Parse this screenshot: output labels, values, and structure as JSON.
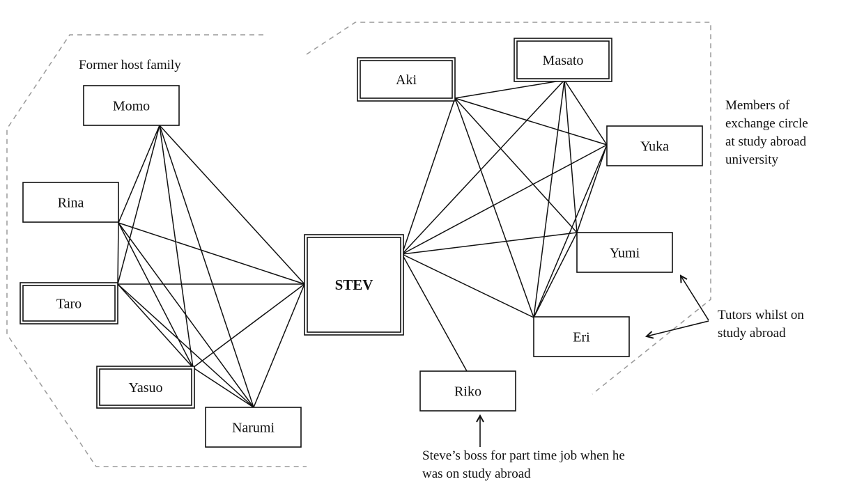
{
  "center": {
    "id": "steve",
    "label": "STEV",
    "double": true,
    "bold": true
  },
  "nodes": [
    {
      "id": "momo",
      "label": "Momo",
      "double": false
    },
    {
      "id": "rina",
      "label": "Rina",
      "double": false
    },
    {
      "id": "taro",
      "label": "Taro",
      "double": true
    },
    {
      "id": "yasuo",
      "label": "Yasuo",
      "double": true
    },
    {
      "id": "narumi",
      "label": "Narumi",
      "double": false
    },
    {
      "id": "aki",
      "label": "Aki",
      "double": true
    },
    {
      "id": "masato",
      "label": "Masato",
      "double": true
    },
    {
      "id": "yuka",
      "label": "Yuka",
      "double": false
    },
    {
      "id": "yumi",
      "label": "Yumi",
      "double": false
    },
    {
      "id": "eri",
      "label": "Eri",
      "double": false
    },
    {
      "id": "riko",
      "label": "Riko",
      "double": false
    }
  ],
  "edges": [
    [
      "momo",
      "rina"
    ],
    [
      "momo",
      "taro"
    ],
    [
      "momo",
      "yasuo"
    ],
    [
      "momo",
      "narumi"
    ],
    [
      "momo",
      "steve"
    ],
    [
      "rina",
      "taro"
    ],
    [
      "rina",
      "yasuo"
    ],
    [
      "rina",
      "narumi"
    ],
    [
      "rina",
      "steve"
    ],
    [
      "taro",
      "yasuo"
    ],
    [
      "taro",
      "narumi"
    ],
    [
      "taro",
      "steve"
    ],
    [
      "yasuo",
      "narumi"
    ],
    [
      "yasuo",
      "steve"
    ],
    [
      "narumi",
      "steve"
    ],
    [
      "aki",
      "masato"
    ],
    [
      "aki",
      "yuka"
    ],
    [
      "aki",
      "yumi"
    ],
    [
      "aki",
      "eri"
    ],
    [
      "aki",
      "steve"
    ],
    [
      "masato",
      "yuka"
    ],
    [
      "masato",
      "yumi"
    ],
    [
      "masato",
      "eri"
    ],
    [
      "masato",
      "steve"
    ],
    [
      "yuka",
      "yumi"
    ],
    [
      "yuka",
      "eri"
    ],
    [
      "yuka",
      "steve"
    ],
    [
      "yumi",
      "eri"
    ],
    [
      "yumi",
      "steve"
    ],
    [
      "eri",
      "steve"
    ],
    [
      "riko",
      "steve"
    ]
  ],
  "annotations": {
    "host_family": "Former host family",
    "exchange_circle": [
      "Members of",
      "exchange circle",
      "at study abroad",
      "university"
    ],
    "tutors": [
      "Tutors whilst on",
      "study abroad"
    ],
    "boss": [
      "Steve’s boss for part time job when he",
      "was on study abroad"
    ]
  },
  "colors": {
    "line": "#111111",
    "group_border": "#9a9a9a",
    "box_border": "#111111"
  }
}
